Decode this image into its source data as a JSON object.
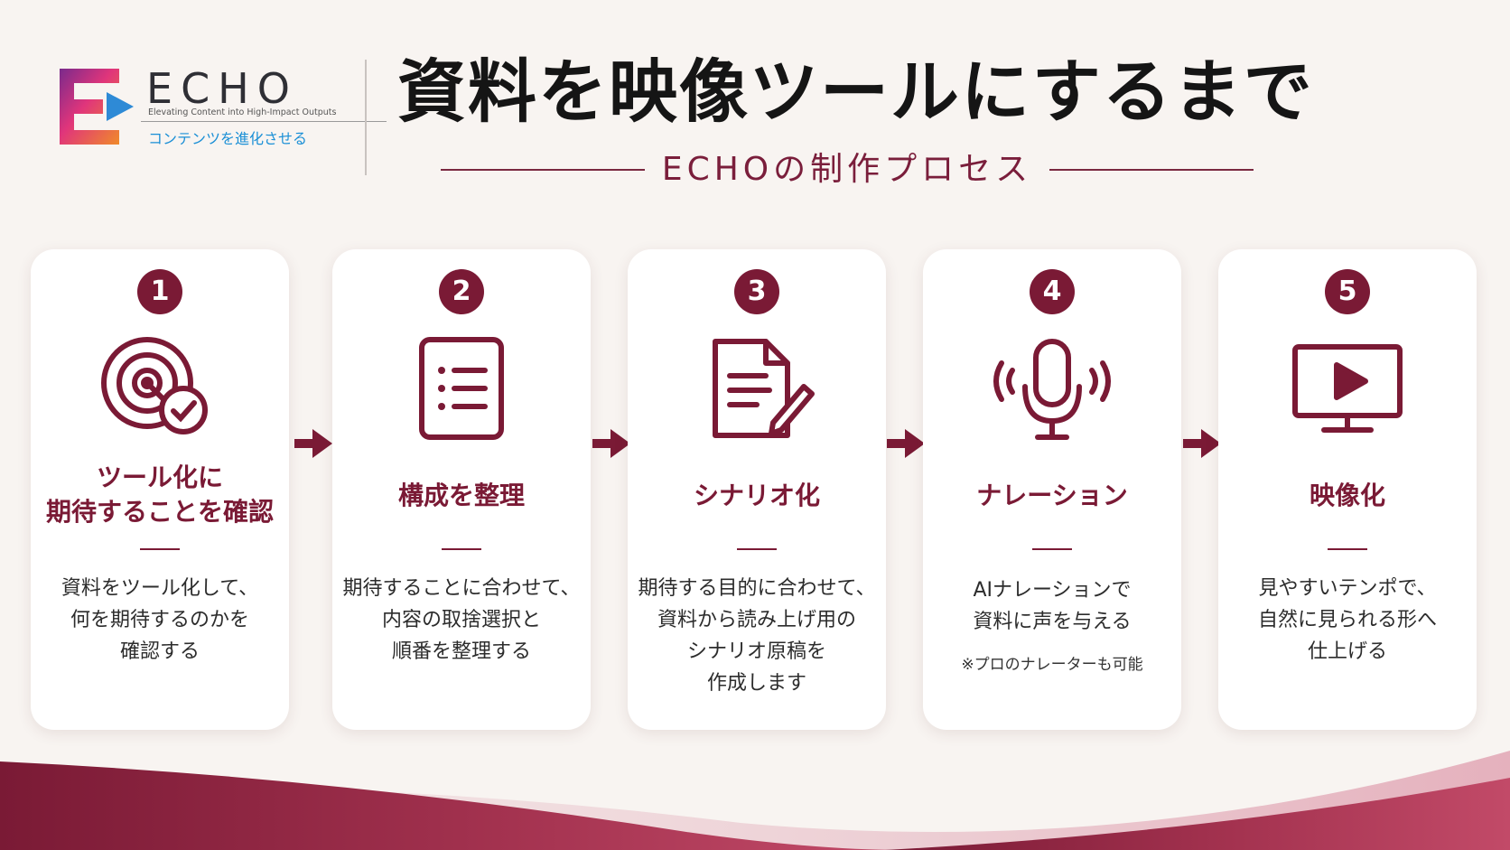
{
  "brand": {
    "name": "ECHO",
    "tagline": "Elevating Content into High-Impact Outputs",
    "subtitle_jp": "コンテンツを進化させる",
    "gradient_colors": [
      "#7a2a8c",
      "#e0357b",
      "#f08a2a",
      "#2e8ad6"
    ]
  },
  "header": {
    "title": "資料を映像ツールにするまで",
    "subtitle": "ECHOの制作プロセス"
  },
  "accent_color": "#7a1a35",
  "steps": [
    {
      "number": "1",
      "icon": "target-check-icon",
      "title_lines": [
        "ツール化に",
        "期待することを確認"
      ],
      "desc_lines": [
        "資料をツール化して、",
        "何を期待するのかを",
        "確認する"
      ]
    },
    {
      "number": "2",
      "icon": "checklist-icon",
      "title_lines": [
        "構成を整理"
      ],
      "desc_lines": [
        "期待することに合わせて、",
        "内容の取捨選択と",
        "順番を整理する"
      ]
    },
    {
      "number": "3",
      "icon": "document-pen-icon",
      "title_lines": [
        "シナリオ化"
      ],
      "desc_lines": [
        "期待する目的に合わせて、",
        "資料から読み上げ用の",
        "シナリオ原稿を",
        "作成します"
      ]
    },
    {
      "number": "4",
      "icon": "microphone-icon",
      "title_lines": [
        "ナレーション"
      ],
      "desc_lines": [
        "AIナレーションで",
        "資料に声を与える"
      ],
      "note": "※プロのナレーターも可能"
    },
    {
      "number": "5",
      "icon": "monitor-play-icon",
      "title_lines": [
        "映像化"
      ],
      "desc_lines": [
        "見やすいテンポで、",
        "自然に見られる形へ",
        "仕上げる"
      ]
    }
  ]
}
